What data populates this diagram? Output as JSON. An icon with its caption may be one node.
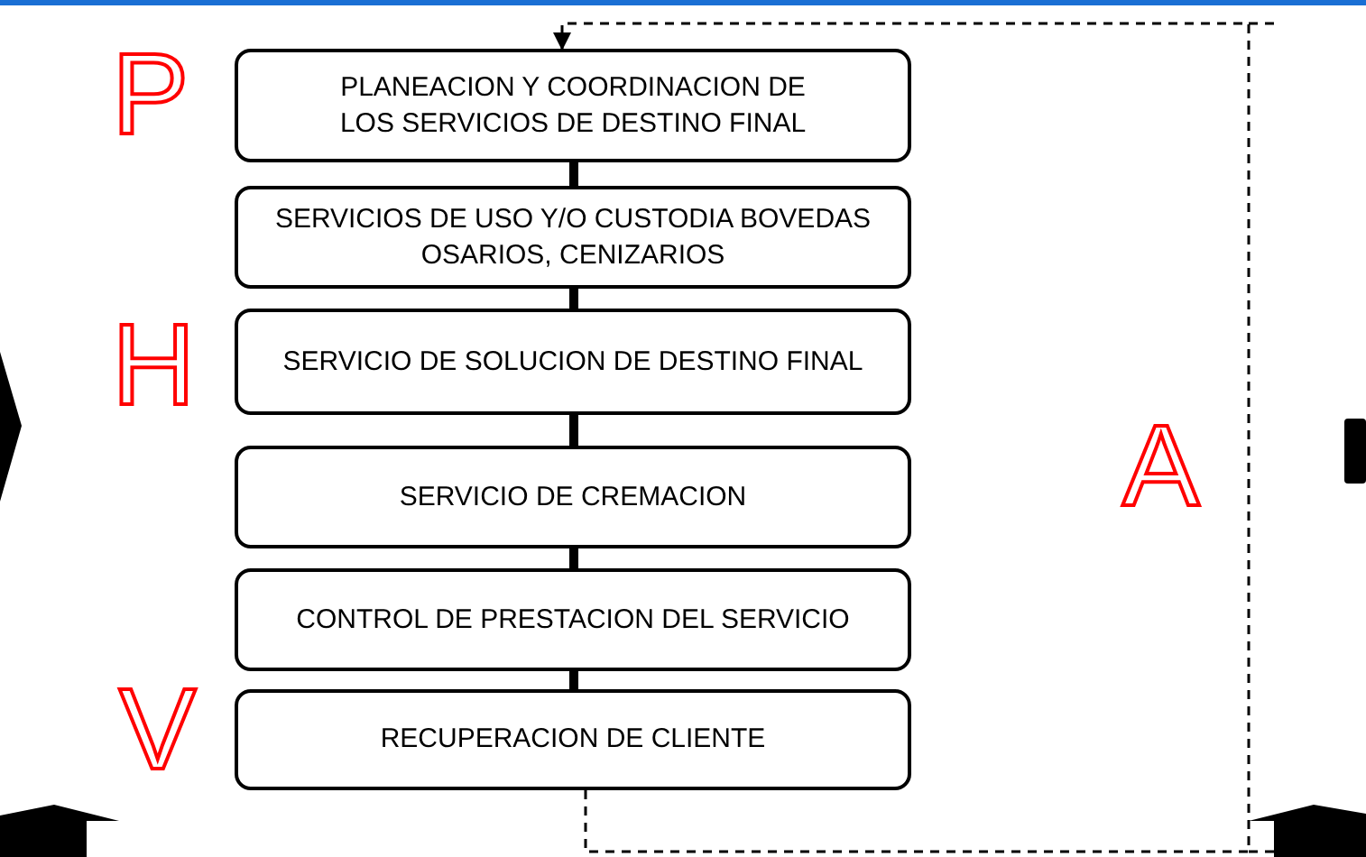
{
  "diagram": {
    "nodes": [
      {
        "text": [
          "PLANEACION Y COORDINACION DE LOS SERVICIOS DE DESTINO FINAL"
        ]
      },
      {
        "text": [
          "SERVICIOS DE USO Y/O CUSTODIA BOVEDAS OSARIOS, CENIZARIOS"
        ]
      },
      {
        "text": [
          "SERVICIO DE SOLUCION DE DESTINO FINAL"
        ]
      },
      {
        "text": [
          "SERVICIO DE CREMACION"
        ]
      },
      {
        "text": [
          "CONTROL DE PRESTACION DEL SERVICIO"
        ]
      },
      {
        "text": [
          "RECUPERACION DE CLIENTE"
        ]
      }
    ],
    "edges": [
      {
        "from": 0,
        "to": 1,
        "arrow": "none"
      },
      {
        "from": 1,
        "to": 2,
        "arrow": "none"
      },
      {
        "from": 2,
        "to": 3,
        "arrow": "none"
      },
      {
        "from": 3,
        "to": 4,
        "arrow": "none"
      },
      {
        "from": 4,
        "to": 5,
        "arrow": "none"
      },
      {
        "from": 5,
        "to": 0,
        "arrow": "to",
        "style": "dashed"
      }
    ],
    "labels": [
      "P",
      "H",
      "A",
      "V"
    ]
  }
}
